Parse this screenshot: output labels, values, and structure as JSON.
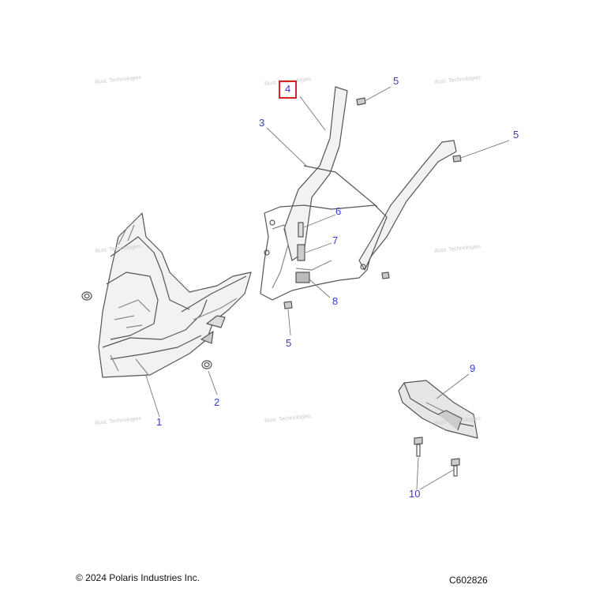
{
  "callouts": {
    "c1": "1",
    "c2": "2",
    "c3": "3",
    "c4": "4",
    "c5a": "5",
    "c5b": "5",
    "c5c": "5",
    "c6": "6",
    "c7": "7",
    "c8": "8",
    "c9": "9",
    "c10": "10"
  },
  "watermark": "Illust. Technologies",
  "footer": {
    "copyright": "© 2024 Polaris Industries Inc.",
    "drawing_code": "C602826"
  },
  "colors": {
    "callout_text": "#3a3ad0",
    "highlight_box": "#d42424",
    "line_art": "#555555",
    "watermark": "#c9c9c9"
  }
}
